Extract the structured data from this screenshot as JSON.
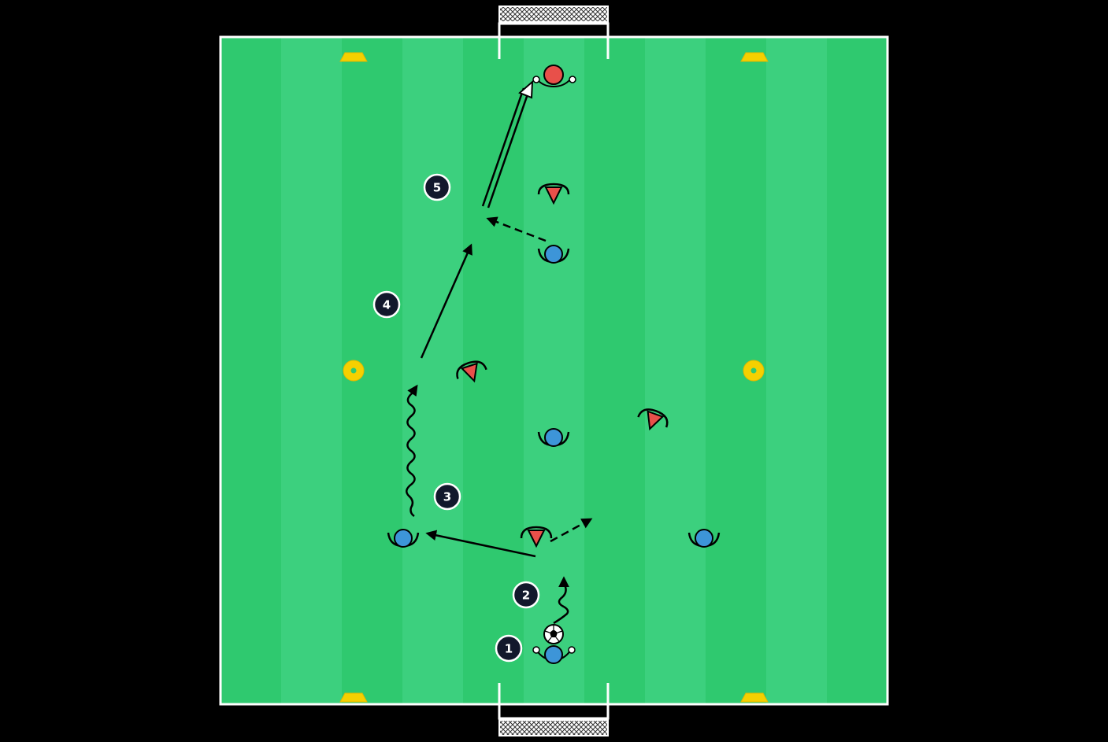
{
  "diagram": {
    "colors": {
      "background": "#000000",
      "pitch_light": "#3cd07e",
      "pitch_dark": "#2fc96f",
      "lines": "#ffffff",
      "team_blue": "#3d95d8",
      "team_red": "#e8504a",
      "cone_yellow": "#f5d000",
      "badge_fill": "#12182c",
      "arrow": "#000000"
    },
    "steps": [
      {
        "number": "1"
      },
      {
        "number": "2"
      },
      {
        "number": "3"
      },
      {
        "number": "4"
      },
      {
        "number": "5"
      }
    ]
  }
}
